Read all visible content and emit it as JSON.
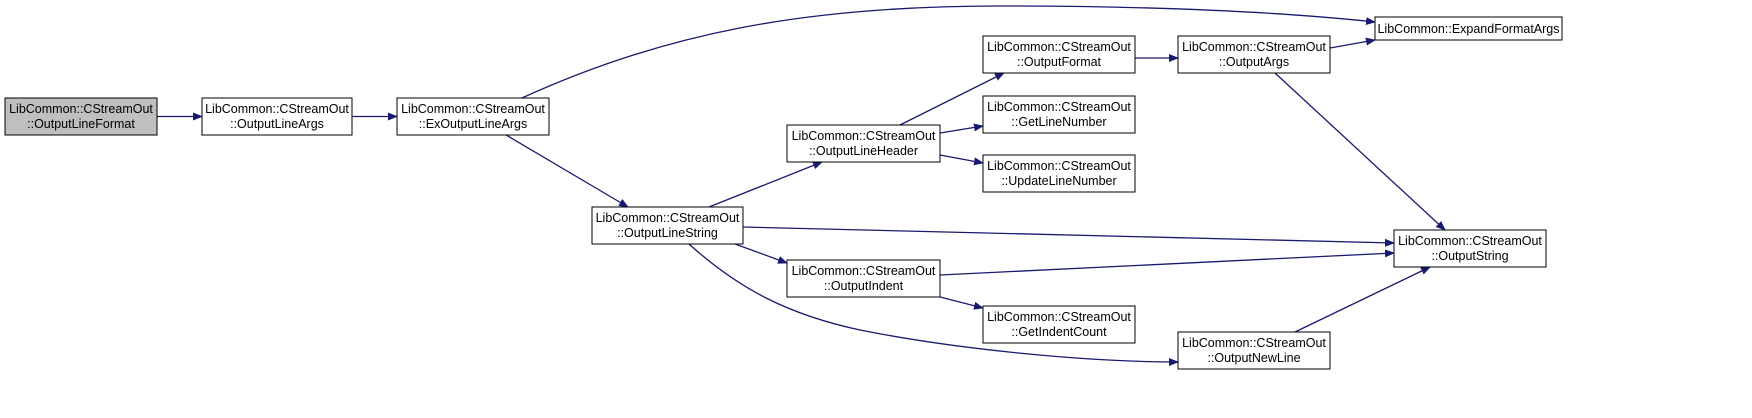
{
  "colors": {
    "edge": "#191970",
    "node_fill": "#ffffff",
    "root_fill": "#bfbfbf",
    "border": "#000000"
  },
  "nodes": [
    {
      "id": "n0",
      "line1": "LibCommon::CStreamOut",
      "line2": "::OutputLineFormat",
      "root": true
    },
    {
      "id": "n1",
      "line1": "LibCommon::CStreamOut",
      "line2": "::OutputLineArgs"
    },
    {
      "id": "n2",
      "line1": "LibCommon::CStreamOut",
      "line2": "::ExOutputLineArgs"
    },
    {
      "id": "n3",
      "line1": "LibCommon::CStreamOut",
      "line2": "::OutputLineString"
    },
    {
      "id": "n4",
      "line1": "LibCommon::CStreamOut",
      "line2": "::OutputLineHeader"
    },
    {
      "id": "n5",
      "line1": "LibCommon::CStreamOut",
      "line2": "::OutputIndent"
    },
    {
      "id": "n6",
      "line1": "LibCommon::CStreamOut",
      "line2": "::OutputFormat"
    },
    {
      "id": "n7",
      "line1": "LibCommon::CStreamOut",
      "line2": "::GetLineNumber"
    },
    {
      "id": "n8",
      "line1": "LibCommon::CStreamOut",
      "line2": "::UpdateLineNumber"
    },
    {
      "id": "n9",
      "line1": "LibCommon::CStreamOut",
      "line2": "::GetIndentCount"
    },
    {
      "id": "n10",
      "line1": "LibCommon::CStreamOut",
      "line2": "::OutputNewLine"
    },
    {
      "id": "n11",
      "line1": "LibCommon::CStreamOut",
      "line2": "::OutputArgs"
    },
    {
      "id": "n12",
      "line1": "LibCommon::ExpandFormatArgs"
    },
    {
      "id": "n13",
      "line1": "LibCommon::CStreamOut",
      "line2": "::OutputString"
    }
  ],
  "edges": [
    {
      "from": "n0",
      "to": "n1"
    },
    {
      "from": "n1",
      "to": "n2"
    },
    {
      "from": "n2",
      "to": "n12"
    },
    {
      "from": "n2",
      "to": "n3"
    },
    {
      "from": "n3",
      "to": "n4"
    },
    {
      "from": "n3",
      "to": "n13"
    },
    {
      "from": "n3",
      "to": "n5"
    },
    {
      "from": "n3",
      "to": "n10"
    },
    {
      "from": "n4",
      "to": "n6"
    },
    {
      "from": "n4",
      "to": "n7"
    },
    {
      "from": "n4",
      "to": "n8"
    },
    {
      "from": "n6",
      "to": "n11"
    },
    {
      "from": "n11",
      "to": "n12"
    },
    {
      "from": "n11",
      "to": "n13"
    },
    {
      "from": "n5",
      "to": "n13"
    },
    {
      "from": "n5",
      "to": "n9"
    },
    {
      "from": "n10",
      "to": "n13"
    }
  ]
}
